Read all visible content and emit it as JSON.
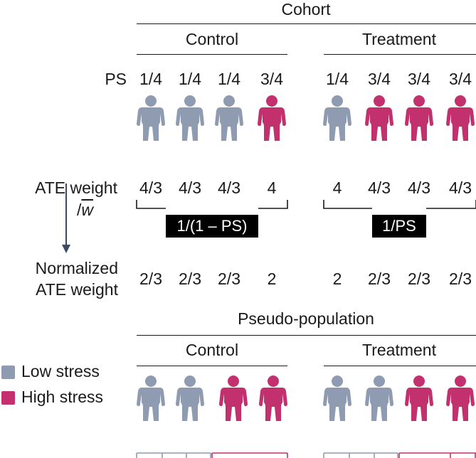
{
  "cohort": {
    "title": "Cohort",
    "control_label": "Control",
    "treatment_label": "Treatment",
    "ps_label": "PS",
    "ps_values": [
      "1/4",
      "1/4",
      "1/4",
      "3/4",
      "1/4",
      "3/4",
      "3/4",
      "3/4"
    ],
    "stress_levels": [
      "low",
      "low",
      "low",
      "high",
      "low",
      "high",
      "high",
      "high"
    ]
  },
  "weights": {
    "ate_label": "ATE weight",
    "ate_values": [
      "4/3",
      "4/3",
      "4/3",
      "4",
      "4",
      "4/3",
      "4/3",
      "4/3"
    ],
    "divide_prefix": "/",
    "divide_symbol": "w",
    "control_formula": "1/(1 – PS)",
    "treatment_formula": "1/PS",
    "normalized_label_line1": "Normalized",
    "normalized_label_line2": "ATE weight",
    "normalized_values": [
      "2/3",
      "2/3",
      "2/3",
      "2",
      "2",
      "2/3",
      "2/3",
      "2/3"
    ]
  },
  "pseudo_population": {
    "title": "Pseudo-population",
    "control_label": "Control",
    "treatment_label": "Treatment",
    "stress_levels": [
      "low",
      "low",
      "high",
      "high",
      "low",
      "low",
      "high",
      "high"
    ]
  },
  "legend": {
    "items": [
      {
        "label": "Low stress",
        "color": "#8e9bb0"
      },
      {
        "label": "High stress",
        "color": "#c2306e"
      }
    ]
  },
  "colors": {
    "low": "#8e9bb0",
    "high": "#c2306e",
    "arrow": "#3d4a63"
  }
}
